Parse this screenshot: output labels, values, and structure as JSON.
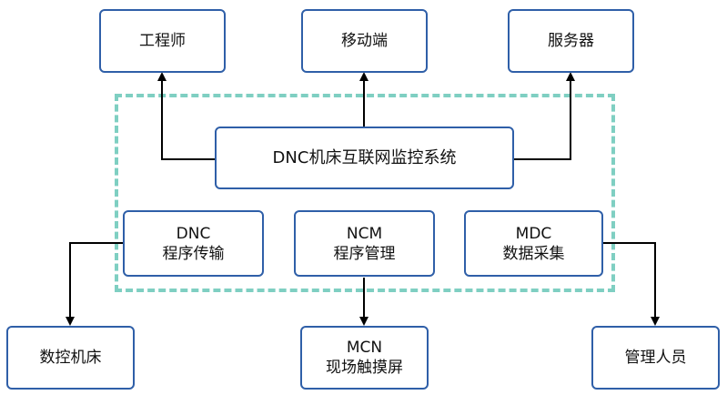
{
  "top": {
    "engineer": "工程师",
    "mobile": "移动端",
    "server": "服务器"
  },
  "center": {
    "system": "DNC机床互联网监控系统"
  },
  "modules": {
    "dnc": {
      "line1": "DNC",
      "line2": "程序传输"
    },
    "ncm": {
      "line1": "NCM",
      "line2": "程序管理"
    },
    "mdc": {
      "line1": "MDC",
      "line2": "数据采集"
    }
  },
  "bottom": {
    "cnc": "数控机床",
    "mcn": {
      "line1": "MCN",
      "line2": "现场触摸屏"
    },
    "staff": "管理人员"
  },
  "colors": {
    "box_border": "#2f5fa8",
    "dashed_border": "#7fcfc2",
    "arrow": "#000000"
  }
}
